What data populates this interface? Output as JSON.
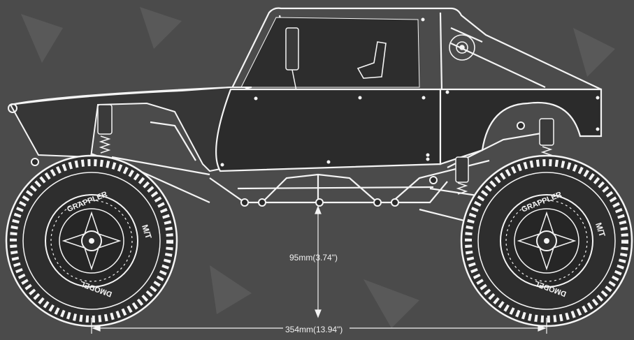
{
  "diagram": {
    "tire_brand": "GRAPPLER",
    "tire_brand_right": "GRAPPLER",
    "tire_model": "M/T",
    "tire_maker": "DMODEL",
    "dimensions": {
      "ground_clearance": "95mm(3.74\")",
      "wheelbase": "354mm(13.94\")"
    },
    "colors": {
      "background": "#4b4b4b",
      "body_panel": "#2b2b2b",
      "line": "#f4f4f4",
      "wheel": "#2e2e2e"
    }
  }
}
